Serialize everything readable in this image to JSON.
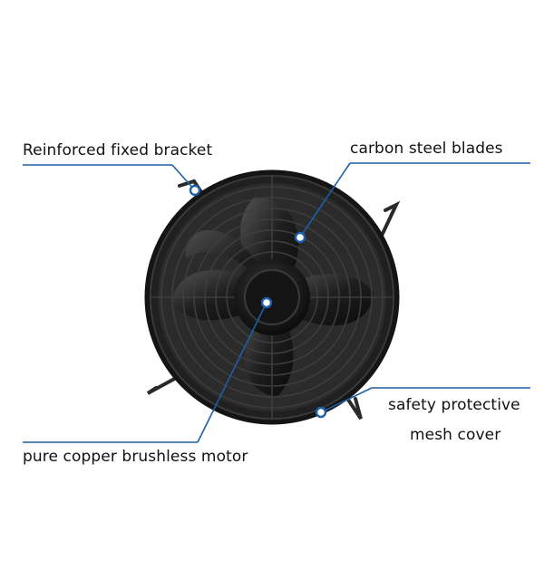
{
  "labels": {
    "bracket": "Reinforced fixed bracket",
    "blades": "carbon steel blades",
    "mesh_line1": "safety protective",
    "mesh_line2": "mesh cover",
    "motor": "pure copper brushless motor"
  },
  "colors": {
    "callout": "#1d5fa8",
    "fan_body": "#1b1b1b",
    "text": "#111111",
    "background": "#ffffff"
  },
  "icons": {
    "fan": "axial-fan-with-wire-guard"
  }
}
